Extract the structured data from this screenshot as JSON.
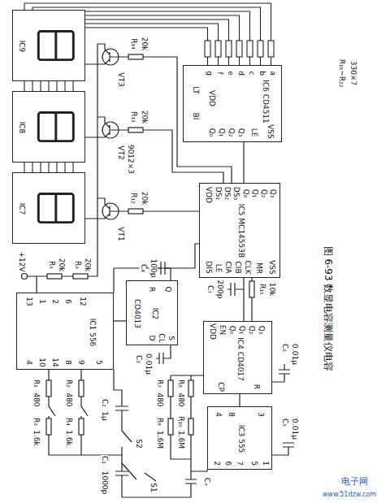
{
  "diagram": {
    "caption": "图 6-93  数显电容测量仪电容",
    "nodes": [
      {
        "text": [
          "IC9"
        ]
      },
      {
        "text": [
          "IC8"
        ]
      },
      {
        "text": [
          "IC7"
        ]
      },
      {
        "text": [
          "IC6 CD4511",
          "g",
          "f",
          "e",
          "d",
          "c",
          "b",
          "a",
          "LT",
          "BI",
          "VDD",
          "Q₀",
          "Q₁",
          "Q₂",
          "Q₃",
          "LE",
          "VSS"
        ]
      },
      {
        "text": [
          "IC5 MC14553B",
          "VDD",
          "DS₁",
          "DS₂",
          "DS₃",
          "Q₀",
          "Q₁",
          "Q₂",
          "Q₃",
          "DIS",
          "LE",
          "CIA",
          "CIB",
          "CLK",
          "MR",
          "VSS"
        ]
      },
      {
        "text": [
          "CD4013",
          "R",
          "Q",
          "IC2",
          "D",
          "CL",
          "S"
        ]
      },
      {
        "text": [
          "IC1 556",
          "13",
          "1",
          "2",
          "6",
          "12",
          "4",
          "10",
          "14",
          "8",
          "9",
          "5"
        ]
      },
      {
        "text": [
          "IC4 CD4017",
          "VDD",
          "EN",
          "Q₀",
          "Q₁",
          "Q₂",
          "Q₃",
          "CP",
          "R"
        ]
      },
      {
        "text": [
          "IC3 555",
          "4",
          "8",
          "3",
          "2",
          "6",
          "7",
          "5",
          "1"
        ]
      }
    ],
    "edges": [
      {
        "from": 8,
        "to": 7,
        "arrow": "none"
      },
      {
        "from": 4,
        "to": 3,
        "arrow": "none"
      },
      {
        "from": 6,
        "to": 5,
        "arrow": "none"
      }
    ],
    "labels": [
      "+12V",
      "VT3",
      "VT2",
      "9012×3",
      "VT1",
      "R₁₄",
      "20k",
      "R₁₃",
      "20k",
      "R₁₂",
      "20k",
      "R₁₆~R₂₂",
      "330×7",
      "C₇",
      "200p",
      "R₁₅",
      "10k",
      "C₆",
      "0.01μ",
      "C₅",
      "0.01μ",
      "R₅",
      "20k",
      "R₆",
      "20k",
      "C₄",
      "100p",
      "C₃",
      "0.01μ",
      "R₁",
      "480",
      "R₂",
      "480",
      "R₃",
      "1.6k",
      "R₄",
      "1.6k",
      "C₂",
      "1μ",
      "S2",
      "C₁",
      "1000p",
      "S1",
      "R₇",
      "480",
      "R₈",
      "480",
      "R₉",
      "1.6M",
      "R₁₀",
      "1.6M",
      "Cₓ",
      "电子网",
      "www.51dzw.com"
    ]
  }
}
